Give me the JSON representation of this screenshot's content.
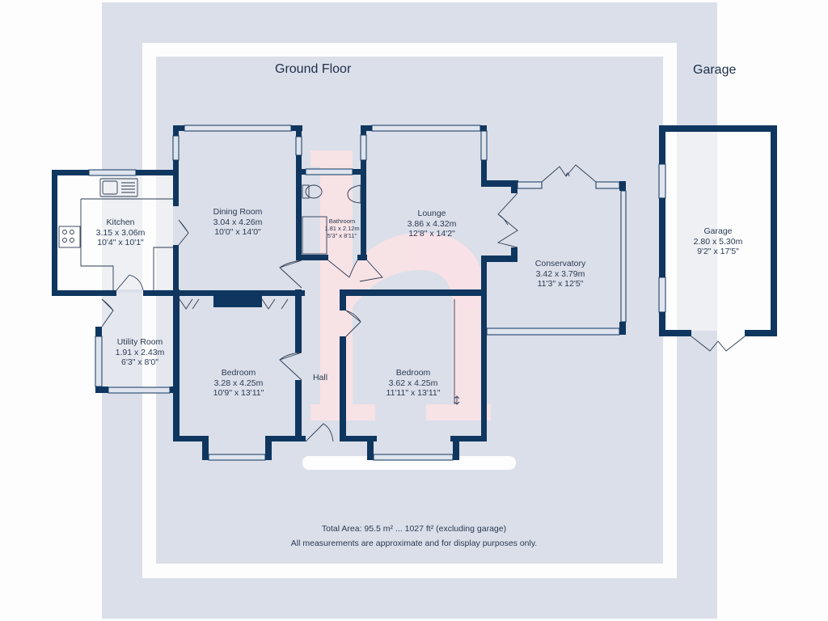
{
  "floors": {
    "ground_floor_title": "Ground Floor",
    "garage_title": "Garage"
  },
  "rooms": {
    "kitchen": {
      "name": "Kitchen",
      "metric": "3.15 x 3.06m",
      "imperial": "10'4\" x 10'1\""
    },
    "dining_room": {
      "name": "Dining Room",
      "metric": "3.04 x 4.26m",
      "imperial": "10'0\" x 14'0\""
    },
    "bathroom": {
      "name": "Bathroom",
      "metric": "1.81 x 2.12m",
      "imperial": "5'3\" x 8'11\""
    },
    "lounge": {
      "name": "Lounge",
      "metric": "3.86 x 4.32m",
      "imperial": "12'8\" x 14'2\""
    },
    "conservatory": {
      "name": "Conservatory",
      "metric": "3.42 x 3.79m",
      "imperial": "11'3\" x 12'5\""
    },
    "utility_room": {
      "name": "Utility Room",
      "metric": "1.91 x 2.43m",
      "imperial": "6'3\" x 8'0\""
    },
    "bedroom_1": {
      "name": "Bedroom",
      "metric": "3.28 x 4.25m",
      "imperial": "10'9\" x 13'11\""
    },
    "hall": {
      "name": "Hall"
    },
    "bedroom_2": {
      "name": "Bedroom",
      "metric": "3.62 x 4.25m",
      "imperial": "11'11\" x 13'11\""
    },
    "garage": {
      "name": "Garage",
      "metric": "2.80 x 5.30m",
      "imperial": "9'2\" x 17'5\""
    }
  },
  "footer": {
    "total_area": "Total Area: 95.5 m² ... 1027 ft² (excluding garage)",
    "disclaimer": "All measurements are approximate and for display purposes only."
  },
  "colors": {
    "wall": "#0f365f",
    "background": "#dbdfe9",
    "watermark": "#fde3e6"
  }
}
